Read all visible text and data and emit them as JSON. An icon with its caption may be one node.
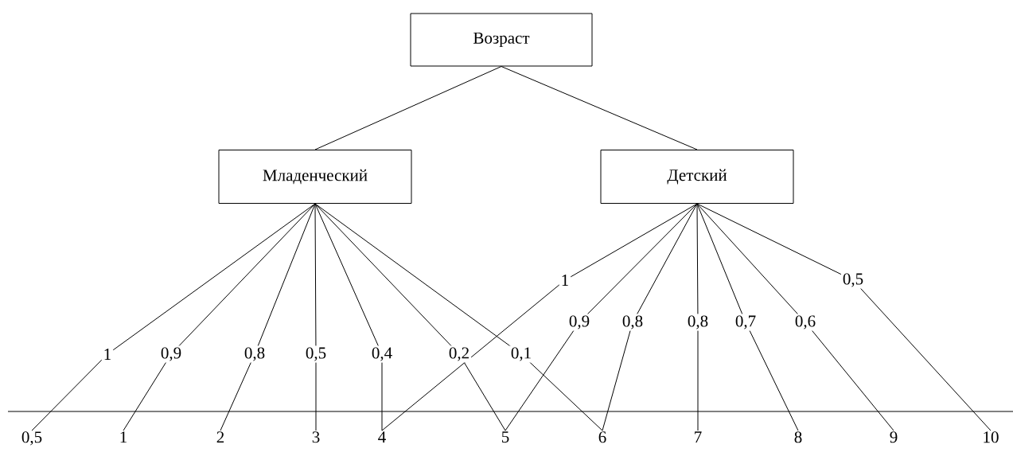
{
  "diagram": {
    "nodes": [
      {
        "text": [
          "Возраст"
        ]
      },
      {
        "text": [
          "Младенческий"
        ]
      },
      {
        "text": [
          "Детский"
        ]
      },
      {
        "text": [
          "0,5"
        ]
      },
      {
        "text": [
          "1"
        ]
      },
      {
        "text": [
          "2"
        ]
      },
      {
        "text": [
          "3"
        ]
      },
      {
        "text": [
          "4"
        ]
      },
      {
        "text": [
          "5"
        ]
      },
      {
        "text": [
          "6"
        ]
      },
      {
        "text": [
          "7"
        ]
      },
      {
        "text": [
          "8"
        ]
      },
      {
        "text": [
          "9"
        ]
      },
      {
        "text": [
          "10"
        ]
      }
    ],
    "edges": [
      {
        "from": 0,
        "to": 1,
        "arrow": "none"
      },
      {
        "from": 0,
        "to": 2,
        "arrow": "none"
      },
      {
        "from": 1,
        "to": 3,
        "arrow": "none",
        "label": "1"
      },
      {
        "from": 1,
        "to": 4,
        "arrow": "none",
        "label": "0,9"
      },
      {
        "from": 1,
        "to": 5,
        "arrow": "none",
        "label": "0,8"
      },
      {
        "from": 1,
        "to": 6,
        "arrow": "none",
        "label": "0,5"
      },
      {
        "from": 1,
        "to": 7,
        "arrow": "none",
        "label": "0,4"
      },
      {
        "from": 1,
        "to": 8,
        "arrow": "none",
        "label": "0,2"
      },
      {
        "from": 1,
        "to": 9,
        "arrow": "none",
        "label": "0,1"
      },
      {
        "from": 2,
        "to": 7,
        "arrow": "none",
        "label": "1"
      },
      {
        "from": 2,
        "to": 8,
        "arrow": "none",
        "label": "0,9"
      },
      {
        "from": 2,
        "to": 9,
        "arrow": "none",
        "label": "0,8"
      },
      {
        "from": 2,
        "to": 10,
        "arrow": "none",
        "label": "0,8"
      },
      {
        "from": 2,
        "to": 11,
        "arrow": "none",
        "label": "0,7"
      },
      {
        "from": 2,
        "to": 12,
        "arrow": "none",
        "label": "0,6"
      },
      {
        "from": 2,
        "to": 13,
        "arrow": "none",
        "label": "0,5"
      }
    ]
  }
}
